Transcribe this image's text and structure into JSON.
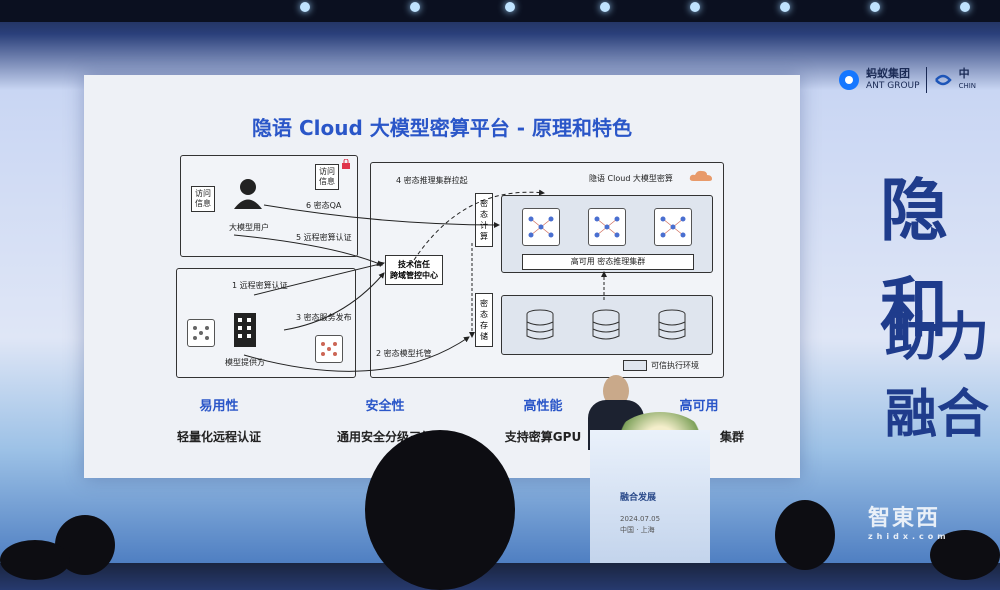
{
  "slide": {
    "title": "隐语 Cloud 大模型密算平台 - 原理和特色",
    "user_box": {
      "label": "大模型用户",
      "access_left": "访问\n信息",
      "access_right": "访问\n信息"
    },
    "provider_box": {
      "label": "模型提供方"
    },
    "platform": {
      "label": "隐语 Cloud 大模型密算",
      "cluster_label": "高可用 密态推理集群",
      "tee_label": "可信执行环境"
    },
    "side_labels": {
      "compute": "密\n态\n计\n算",
      "storage": "密\n态\n存\n储"
    },
    "center_node": "技术信任\n跨域管控中心",
    "arrows": {
      "a1": "1 远程密算认证",
      "a2": "2 密态模型托管",
      "a3": "3 密态服务发布",
      "a4": "4 密态推理集群拉起",
      "a5": "5 远程密算认证",
      "a6": "6 密态QA"
    },
    "features": [
      {
        "title": "易用性",
        "desc": "轻量化远程认证"
      },
      {
        "title": "安全性",
        "desc": "通用安全分级三级"
      },
      {
        "title": "高性能",
        "desc": "支持密算GPU"
      },
      {
        "title": "高可用",
        "desc": "集群"
      }
    ]
  },
  "banner": {
    "logo_text": "蚂蚁集团",
    "logo_sub": "ANT GROUP",
    "logo_partner": "中",
    "logo_partner_sub": "CHIN",
    "big1": "隐和",
    "big2": "助力",
    "big3": "融合"
  },
  "podium": {
    "line1": "融合发展",
    "line2": "2024.07.05",
    "line3": "中国 · 上海"
  },
  "watermark": {
    "main": "智東西",
    "sub": "zhidx.com"
  }
}
